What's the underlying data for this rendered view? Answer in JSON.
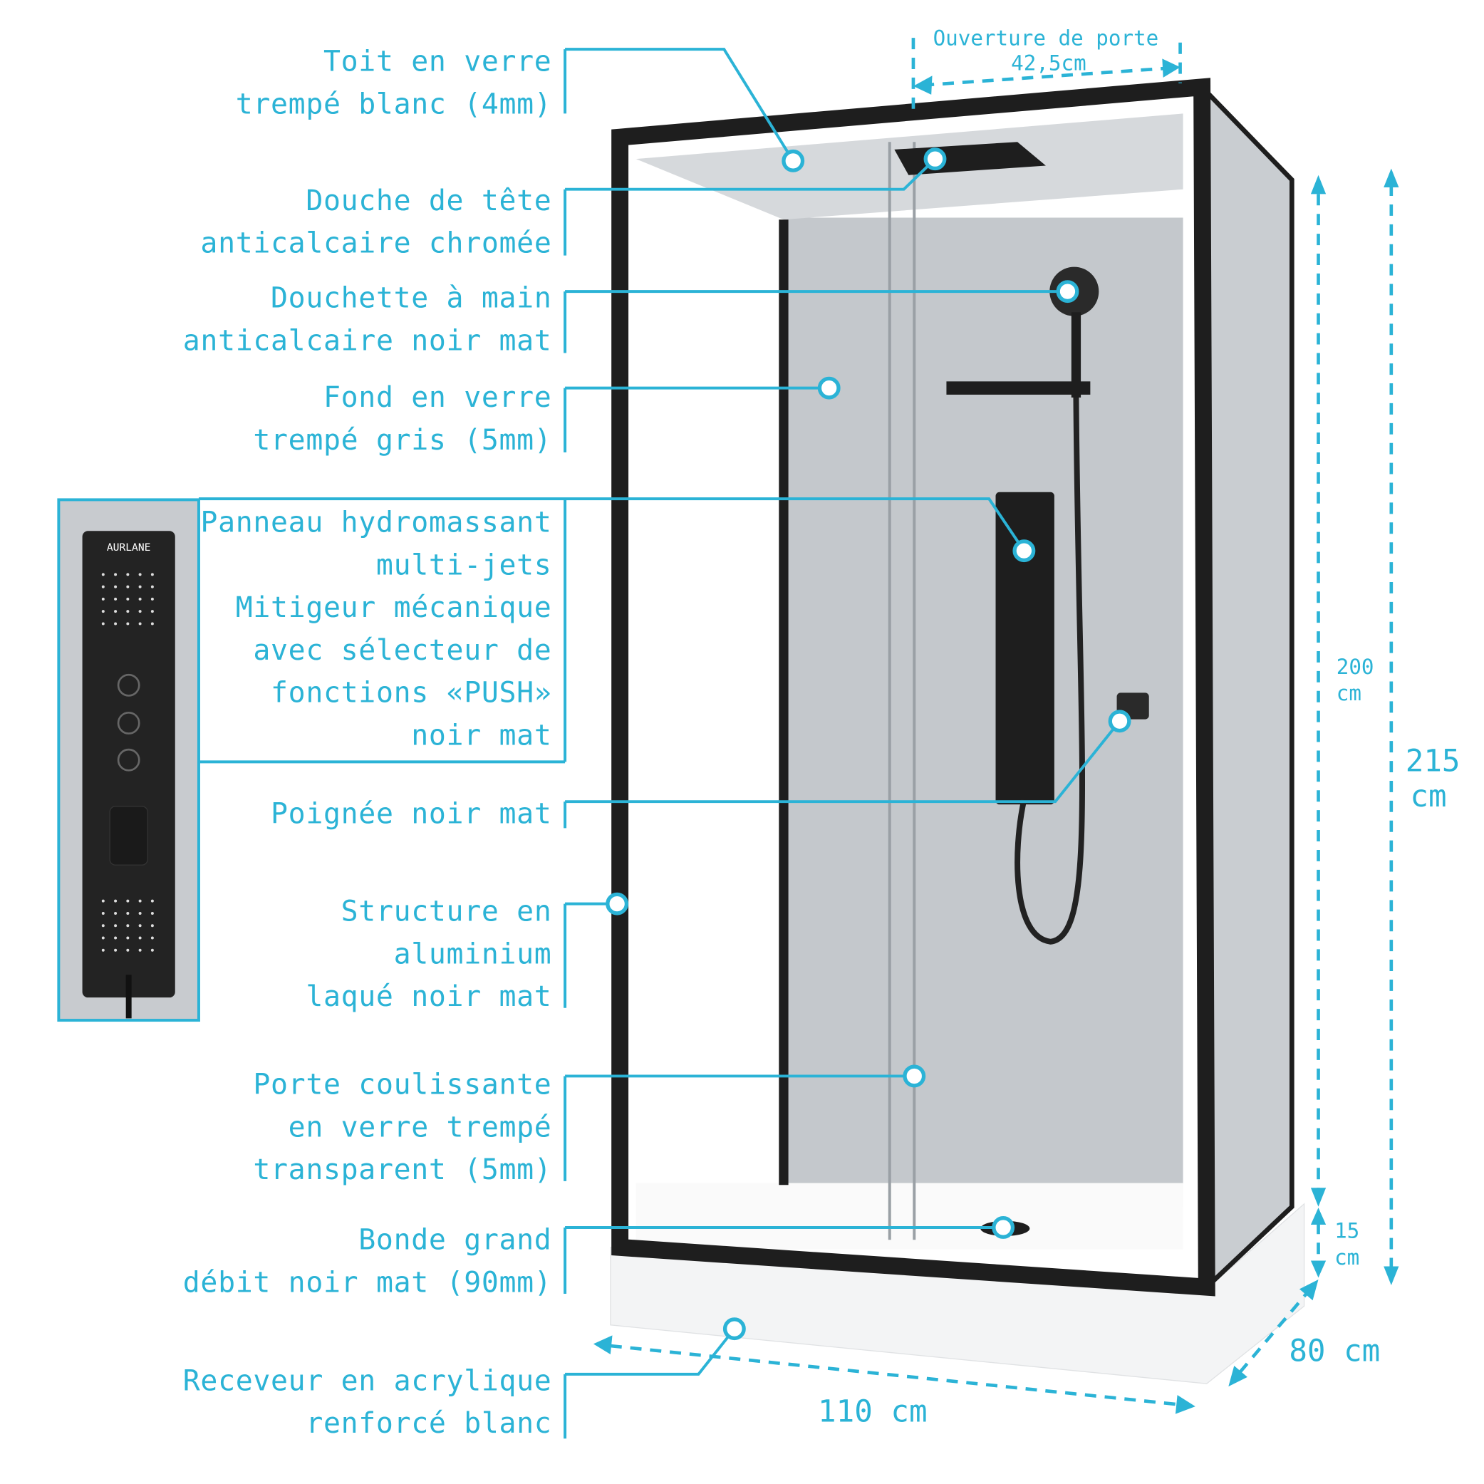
{
  "labels": {
    "toit": [
      "Toit en verre",
      "trempé blanc (4mm)"
    ],
    "douche_tete": [
      "Douche de tête",
      "anticalcaire chromée"
    ],
    "douchette": [
      "Douchette à main",
      "anticalcaire noir mat"
    ],
    "fond": [
      "Fond en verre",
      "trempé gris (5mm)"
    ],
    "panneau": [
      "Panneau hydromassant",
      "multi-jets",
      "Mitigeur mécanique",
      "avec sélecteur de",
      "fonctions «PUSH»",
      "noir mat"
    ],
    "poignee": [
      "Poignée noir mat"
    ],
    "structure": [
      "Structure en",
      "aluminium",
      "laqué noir mat"
    ],
    "porte": [
      "Porte coulissante",
      "en verre trempé",
      "transparent (5mm)"
    ],
    "bonde": [
      "Bonde grand",
      "débit noir mat (90mm)"
    ],
    "receveur": [
      "Receveur en acrylique",
      "renforcé blanc"
    ]
  },
  "dimensions": {
    "door_opening": [
      "Ouverture de porte",
      "42,5cm"
    ],
    "height_inner": [
      "200",
      "cm"
    ],
    "height_total": [
      "215",
      "cm"
    ],
    "tray_height": [
      "15",
      "cm"
    ],
    "depth": "80 cm",
    "width": "110 cm"
  },
  "brand": "AURLANE",
  "colors": {
    "accent": "#2bb3d6",
    "frame": "#1e1e1e",
    "glass": "#c9ccd0"
  }
}
